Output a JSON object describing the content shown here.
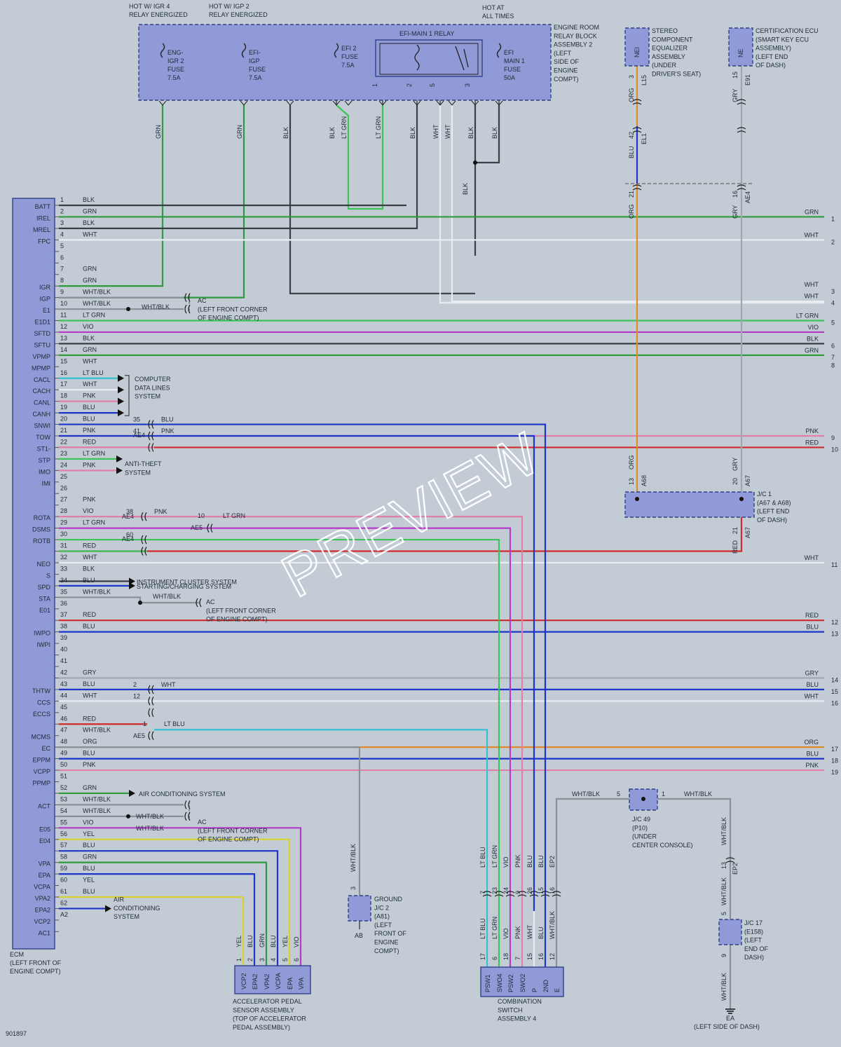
{
  "watermark": "PREVIEW",
  "diagram_id": "901897",
  "colors": {
    "background": "#c3ccd4",
    "component_fill": "#8f9ad6",
    "component_stroke": "#30408a",
    "wire_BLK": "#3a3f45",
    "wire_GRN": "#2e9a3c",
    "wire_LTGRN": "#3ec25a",
    "wire_WHT": "#e8ecf0",
    "wire_VIO": "#b43ac8",
    "wire_PNK": "#e07fa8",
    "wire_RED": "#d12a2a",
    "wire_BLU": "#1d35c8",
    "wire_LTBLU": "#36c0d6",
    "wire_ORG": "#e08a2a",
    "wire_GRY": "#a0a6ac",
    "wire_YEL": "#d8d032",
    "wire_WHTBLK": "#8a9098"
  },
  "top_labels": {
    "hot_igr4": [
      "HOT W/ IGR 4",
      "RELAY ENERGIZED"
    ],
    "hot_igp2": [
      "HOT W/ IGP 2",
      "RELAY ENERGIZED"
    ],
    "hot_always": [
      "HOT AT",
      "ALL TIMES"
    ]
  },
  "relay_block": {
    "name": [
      "ENGINE ROOM",
      "RELAY BLOCK",
      "ASSEMBLY 2",
      "(LEFT",
      "SIDE OF",
      "ENGINE",
      "COMPT)"
    ],
    "fuses": [
      {
        "label": [
          "ENG-",
          "IGR 2",
          "FUSE",
          "7.5A"
        ]
      },
      {
        "label": [
          "EFI-",
          "IGP",
          "FUSE",
          "7.5A"
        ]
      },
      {
        "label": [
          "EFI 2",
          "FUSE",
          "7.5A"
        ]
      },
      {
        "label": [
          "EFI",
          "MAIN 1",
          "FUSE",
          "50A"
        ]
      }
    ],
    "relay": "EFI-MAIN 1 RELAY",
    "relay_pins": [
      "1",
      "2",
      "5",
      "3"
    ]
  },
  "stereo": {
    "name": [
      "STEREO",
      "COMPONENT",
      "EQUALIZER",
      "ASSEMBLY",
      "(UNDER",
      "DRIVER'S SEAT)"
    ],
    "pin": "NEI",
    "wire": "ORG",
    "term": "3",
    "conn": "L15"
  },
  "cert_ecu": {
    "name": [
      "CERTIFICATION ECU",
      "(SMART KEY ECU",
      "ASSEMBLY)",
      "(LEFT END",
      "OF DASH)"
    ],
    "pin": "NE",
    "wire": "GRY",
    "term": "15",
    "conn": "E91"
  },
  "el1": {
    "wire": "BLU",
    "term": "42",
    "conn": "EL1"
  },
  "ae4_top": {
    "wire_l": "ORG",
    "term_l": "21",
    "wire_r": "GRY",
    "term_r": "16",
    "conn": "AE4"
  },
  "top_wires": [
    "GRN",
    "GRN",
    "BLK",
    "BLK",
    "LT GRN",
    "LT GRN",
    "BLK",
    "WHT",
    "WHT",
    "BLK",
    "BLK"
  ],
  "blk_lower": "BLK",
  "ecm": {
    "name": [
      "ECM",
      "(LEFT FRONT OF",
      "ENGINE COMPT)"
    ],
    "pins": [
      {
        "num": "1",
        "name": "BATT",
        "wire": "BLK"
      },
      {
        "num": "2",
        "name": "IREL",
        "wire": "GRN"
      },
      {
        "num": "3",
        "name": "MREL",
        "wire": "BLK"
      },
      {
        "num": "4",
        "name": "FPC",
        "wire": "WHT"
      },
      {
        "num": "5",
        "name": "",
        "wire": ""
      },
      {
        "num": "6",
        "name": "",
        "wire": ""
      },
      {
        "num": "7",
        "name": "",
        "wire": "GRN"
      },
      {
        "num": "8",
        "name": "IGR",
        "wire": "GRN"
      },
      {
        "num": "9",
        "name": "IGP",
        "wire": "WHT/BLK"
      },
      {
        "num": "10",
        "name": "E1",
        "wire": "WHT/BLK"
      },
      {
        "num": "11",
        "name": "E1D1",
        "wire": "LT GRN"
      },
      {
        "num": "12",
        "name": "SFTD",
        "wire": "VIO"
      },
      {
        "num": "13",
        "name": "SFTU",
        "wire": "BLK"
      },
      {
        "num": "14",
        "name": "VPMP",
        "wire": "GRN"
      },
      {
        "num": "15",
        "name": "MPMP",
        "wire": "WHT"
      },
      {
        "num": "16",
        "name": "CACL",
        "wire": "LT BLU"
      },
      {
        "num": "17",
        "name": "CACH",
        "wire": "WHT"
      },
      {
        "num": "18",
        "name": "CANL",
        "wire": "PNK"
      },
      {
        "num": "19",
        "name": "CANH",
        "wire": "BLU"
      },
      {
        "num": "20",
        "name": "SNWI",
        "wire": "BLU"
      },
      {
        "num": "21",
        "name": "TOW",
        "wire": "PNK"
      },
      {
        "num": "22",
        "name": "ST1-",
        "wire": "RED"
      },
      {
        "num": "23",
        "name": "STP",
        "wire": "LT GRN"
      },
      {
        "num": "24",
        "name": "IMO",
        "wire": "PNK"
      },
      {
        "num": "25",
        "name": "IMI",
        "wire": ""
      },
      {
        "num": "26",
        "name": "",
        "wire": ""
      },
      {
        "num": "27",
        "name": "",
        "wire": "PNK"
      },
      {
        "num": "28",
        "name": "ROTA",
        "wire": "VIO"
      },
      {
        "num": "29",
        "name": "DSMS",
        "wire": "LT GRN"
      },
      {
        "num": "30",
        "name": "ROTB",
        "wire": ""
      },
      {
        "num": "31",
        "name": "",
        "wire": "RED"
      },
      {
        "num": "32",
        "name": "NEO",
        "wire": "WHT"
      },
      {
        "num": "33",
        "name": "S",
        "wire": "BLK"
      },
      {
        "num": "34",
        "name": "SPD",
        "wire": "BLU"
      },
      {
        "num": "35",
        "name": "STA",
        "wire": "WHT/BLK"
      },
      {
        "num": "36",
        "name": "E01",
        "wire": ""
      },
      {
        "num": "37",
        "name": "",
        "wire": "RED"
      },
      {
        "num": "38",
        "name": "IWPO",
        "wire": "BLU"
      },
      {
        "num": "39",
        "name": "IWPI",
        "wire": ""
      },
      {
        "num": "40",
        "name": "",
        "wire": ""
      },
      {
        "num": "41",
        "name": "",
        "wire": ""
      },
      {
        "num": "42",
        "name": "",
        "wire": "GRY"
      },
      {
        "num": "43",
        "name": "THTW",
        "wire": "BLU"
      },
      {
        "num": "44",
        "name": "CCS",
        "wire": "WHT"
      },
      {
        "num": "45",
        "name": "ECCS",
        "wire": ""
      },
      {
        "num": "46",
        "name": "",
        "wire": "RED"
      },
      {
        "num": "47",
        "name": "MCMS",
        "wire": "WHT/BLK"
      },
      {
        "num": "48",
        "name": "EC",
        "wire": "ORG"
      },
      {
        "num": "49",
        "name": "EPPM",
        "wire": "BLU"
      },
      {
        "num": "50",
        "name": "VCPP",
        "wire": "PNK"
      },
      {
        "num": "51",
        "name": "PPMP",
        "wire": ""
      },
      {
        "num": "52",
        "name": "",
        "wire": "GRN"
      },
      {
        "num": "53",
        "name": "ACT",
        "wire": "WHT/BLK"
      },
      {
        "num": "54",
        "name": "",
        "wire": "WHT/BLK"
      },
      {
        "num": "55",
        "name": "E05",
        "wire": "VIO"
      },
      {
        "num": "56",
        "name": "E04",
        "wire": "YEL"
      },
      {
        "num": "57",
        "name": "",
        "wire": "BLU"
      },
      {
        "num": "58",
        "name": "VPA",
        "wire": "GRN"
      },
      {
        "num": "59",
        "name": "EPA",
        "wire": "BLU"
      },
      {
        "num": "60",
        "name": "VCPA",
        "wire": "YEL"
      },
      {
        "num": "61",
        "name": "VPA2",
        "wire": "BLU"
      },
      {
        "num": "62",
        "name": "EPA2",
        "wire": ""
      },
      {
        "num": "A2",
        "name": "VCP2",
        "wire": ""
      },
      {
        "num": "",
        "name": "AC1",
        "wire": ""
      }
    ]
  },
  "right_wires": [
    {
      "num": "1",
      "wire": "GRN"
    },
    {
      "num": "2",
      "wire": "WHT"
    },
    {
      "num": "3",
      "wire": "WHT"
    },
    {
      "num": "4",
      "wire": "WHT"
    },
    {
      "num": "5",
      "wire": "LT GRN"
    },
    {
      "num": "",
      "wire": "VIO"
    },
    {
      "num": "6",
      "wire": "BLK"
    },
    {
      "num": "7",
      "wire": "GRN"
    },
    {
      "num": "8",
      "wire": ""
    },
    {
      "num": "9",
      "wire": "PNK"
    },
    {
      "num": "10",
      "wire": "RED"
    },
    {
      "num": "11",
      "wire": "WHT"
    },
    {
      "num": "12",
      "wire": "RED"
    },
    {
      "num": "13",
      "wire": "BLU"
    },
    {
      "num": "14",
      "wire": "GRY"
    },
    {
      "num": "15",
      "wire": "BLU"
    },
    {
      "num": "16",
      "wire": "WHT"
    },
    {
      "num": "17",
      "wire": "ORG"
    },
    {
      "num": "18",
      "wire": "BLU"
    },
    {
      "num": "19",
      "wire": "PNK"
    }
  ],
  "ac_ground": [
    "AC",
    "(LEFT FRONT CORNER",
    "OF ENGINE COMPT)"
  ],
  "computer_data": [
    "COMPUTER",
    "DATA LINES",
    "SYSTEM"
  ],
  "anti_theft": [
    "ANTI-THEFT",
    "SYSTEM"
  ],
  "instrument_cluster": "INSTRUMENT CLUSTER SYSTEM",
  "starting_charging": "STARTING/CHARGING SYSTEM",
  "air_conditioning": "AIR CONDITIONING SYSTEM",
  "air_conditioning_3": [
    "AIR",
    "CONDITIONING",
    "SYSTEM"
  ],
  "splices": {
    "s35": "35",
    "s41": "41",
    "ae4": "AE4",
    "s38": "38",
    "s10": "10",
    "ae5": "AE5",
    "s60": "60",
    "s2": "2",
    "s12": "12",
    "s1": "1"
  },
  "wht_blk": "WHT/BLK",
  "jc1": {
    "name": [
      "J/C 1",
      "(A67 & A68)",
      "(LEFT END",
      "OF DASH)"
    ],
    "l_wire": "ORG",
    "l_term": "13",
    "l_conn": "A68",
    "r_wire": "GRY",
    "r_term": "20",
    "r_conn": "A67",
    "out_wire": "RED",
    "out_term": "21",
    "out_conn": "A67"
  },
  "accel": {
    "name": [
      "ACCELERATOR PEDAL",
      "SENSOR ASSEMBLY",
      "(TOP OF ACCELERATOR",
      "PEDAL ASSEMBLY)"
    ],
    "pins": [
      {
        "num": "1",
        "name": "VCP2",
        "wire": "YEL"
      },
      {
        "num": "2",
        "name": "EPA2",
        "wire": "BLU"
      },
      {
        "num": "3",
        "name": "VPA2",
        "wire": "GRN"
      },
      {
        "num": "4",
        "name": "VCPA",
        "wire": "BLU"
      },
      {
        "num": "5",
        "name": "EPA",
        "wire": "YEL"
      },
      {
        "num": "6",
        "name": "VPA",
        "wire": "VIO"
      }
    ]
  },
  "jc2": {
    "name": [
      "GROUND",
      "J/C 2",
      "(A81)",
      "(LEFT",
      "FRONT OF",
      "ENGINE",
      "COMPT)"
    ],
    "wire": "WHT/BLK",
    "term": "3",
    "ground": "AB"
  },
  "combo": {
    "name": [
      "COMBINATION",
      "SWITCH",
      "ASSEMBLY 4"
    ],
    "pins": [
      {
        "num": "17",
        "name": "PSW1",
        "wire": "LT BLU",
        "top_term": "7",
        "top_wire": "LT BLU"
      },
      {
        "num": "6",
        "name": "SWO4",
        "wire": "LT GRN",
        "top_term": "23",
        "top_wire": "LT GRN"
      },
      {
        "num": "18",
        "name": "PSW2",
        "wire": "VIO",
        "top_term": "24",
        "top_wire": "VIO"
      },
      {
        "num": "7",
        "name": "SWO2",
        "wire": "PNK",
        "top_term": "9",
        "top_wire": "PNK"
      },
      {
        "num": "15",
        "name": "P",
        "wire": "WHT",
        "top_term": "26",
        "top_wire": "BLU"
      },
      {
        "num": "16",
        "name": "2ND",
        "wire": "BLU",
        "top_term": "15",
        "top_wire": "BLU"
      },
      {
        "num": "12",
        "name": "E",
        "wire": "WHT/BLK",
        "top_term": "16",
        "top_wire": "EP2"
      }
    ]
  },
  "jc49": {
    "name": [
      "J/C 49",
      "(P10)",
      "(UNDER",
      "CENTER CONSOLE)"
    ],
    "l_term": "5",
    "r_term": "1",
    "l_wire": "WHT/BLK",
    "r_wire": "WHT/BLK"
  },
  "jc17": {
    "name": [
      "J/C 17",
      "(E158)",
      "(LEFT",
      "END OF",
      "DASH)"
    ],
    "top_wire": "WHT/BLK",
    "top_term": "13",
    "top_conn": "EP2",
    "mid_term": "5",
    "mid_wire": "WHT/BLK",
    "bot_term": "9",
    "bot_wire": "WHT/BLK"
  },
  "ea": {
    "label": "EA",
    "loc": "(LEFT SIDE OF DASH)"
  }
}
